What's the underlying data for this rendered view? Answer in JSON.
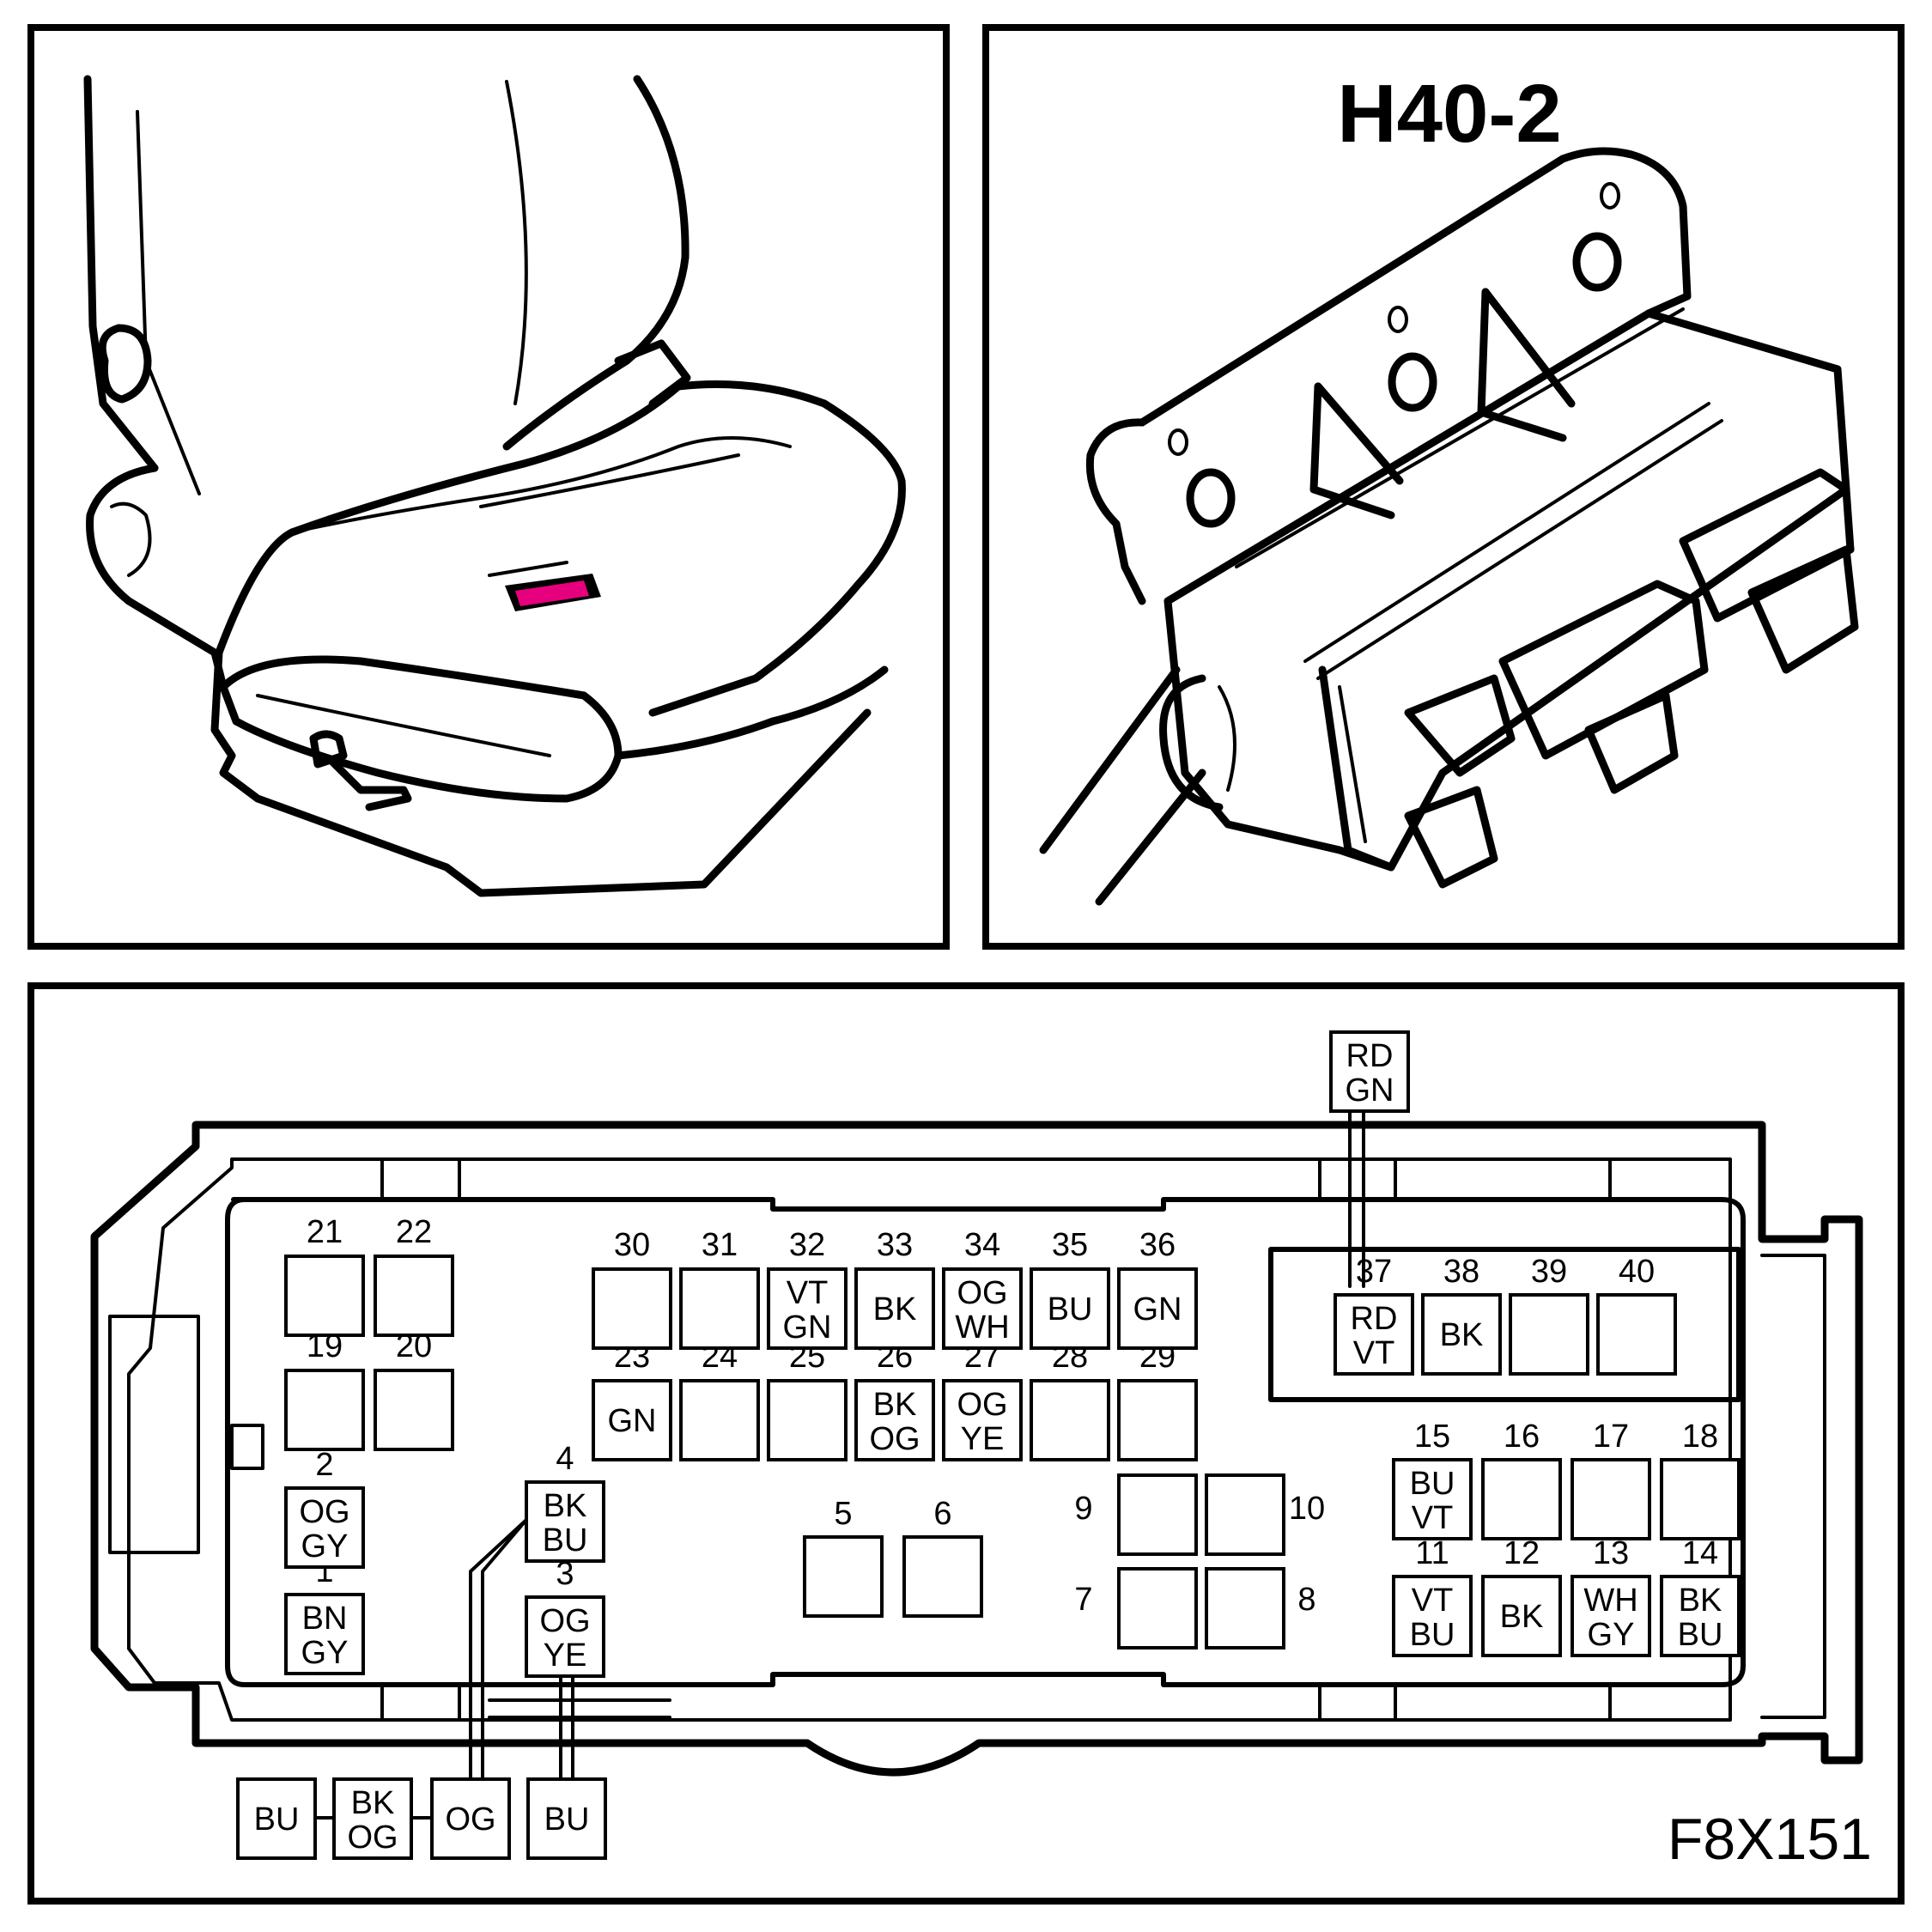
{
  "connector_title": "H40-2",
  "figure_id": "F8X151",
  "colors": {
    "highlight": "#e6007e",
    "line": "#000000",
    "background": "#ffffff"
  },
  "pins": [
    {
      "n": "1",
      "w": [
        "BN",
        "GY"
      ]
    },
    {
      "n": "2",
      "w": [
        "OG",
        "GY"
      ]
    },
    {
      "n": "3",
      "w": [
        "OG",
        "YE"
      ]
    },
    {
      "n": "4",
      "w": [
        "BK",
        "BU"
      ]
    },
    {
      "n": "5",
      "w": []
    },
    {
      "n": "6",
      "w": []
    },
    {
      "n": "7",
      "w": []
    },
    {
      "n": "8",
      "w": []
    },
    {
      "n": "9",
      "w": []
    },
    {
      "n": "10",
      "w": []
    },
    {
      "n": "11",
      "w": [
        "VT",
        "BU"
      ]
    },
    {
      "n": "12",
      "w": [
        "BK"
      ]
    },
    {
      "n": "13",
      "w": [
        "WH",
        "GY"
      ]
    },
    {
      "n": "14",
      "w": [
        "BK",
        "BU"
      ]
    },
    {
      "n": "15",
      "w": [
        "BU",
        "VT"
      ]
    },
    {
      "n": "16",
      "w": []
    },
    {
      "n": "17",
      "w": []
    },
    {
      "n": "18",
      "w": []
    },
    {
      "n": "19",
      "w": []
    },
    {
      "n": "20",
      "w": []
    },
    {
      "n": "21",
      "w": []
    },
    {
      "n": "22",
      "w": []
    },
    {
      "n": "23",
      "w": [
        "GN"
      ]
    },
    {
      "n": "24",
      "w": []
    },
    {
      "n": "25",
      "w": []
    },
    {
      "n": "26",
      "w": [
        "BK",
        "OG"
      ]
    },
    {
      "n": "27",
      "w": [
        "OG",
        "YE"
      ]
    },
    {
      "n": "28",
      "w": []
    },
    {
      "n": "29",
      "w": []
    },
    {
      "n": "30",
      "w": []
    },
    {
      "n": "31",
      "w": []
    },
    {
      "n": "32",
      "w": [
        "VT",
        "GN"
      ]
    },
    {
      "n": "33",
      "w": [
        "BK"
      ]
    },
    {
      "n": "34",
      "w": [
        "OG",
        "WH"
      ]
    },
    {
      "n": "35",
      "w": [
        "BU"
      ]
    },
    {
      "n": "36",
      "w": [
        "GN"
      ]
    },
    {
      "n": "37",
      "w": [
        "RD",
        "VT"
      ]
    },
    {
      "n": "38",
      "w": [
        "BK"
      ]
    },
    {
      "n": "39",
      "w": []
    },
    {
      "n": "40",
      "w": []
    }
  ],
  "external_wires": [
    {
      "id": "ext-37",
      "w": [
        "RD",
        "GN"
      ]
    },
    {
      "id": "ext-a",
      "w": [
        "BU"
      ]
    },
    {
      "id": "ext-b",
      "w": [
        "BK",
        "OG"
      ]
    },
    {
      "id": "ext-4",
      "w": [
        "OG"
      ]
    },
    {
      "id": "ext-3",
      "w": [
        "BU"
      ]
    }
  ]
}
